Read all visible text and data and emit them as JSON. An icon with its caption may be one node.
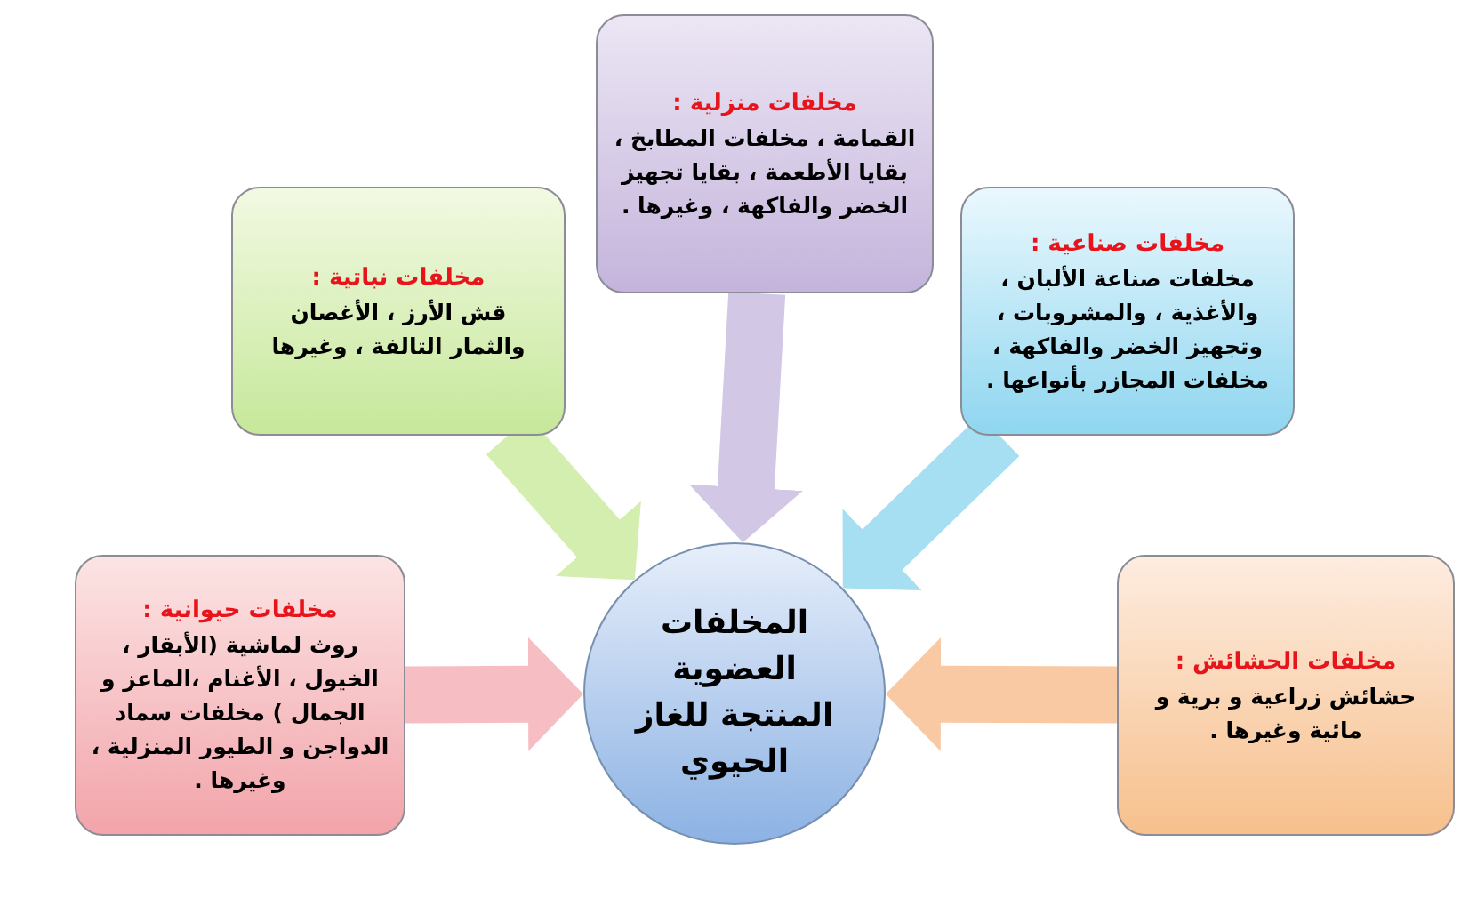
{
  "diagram": {
    "nodes": [
      {
        "text": [
          "مخلفات منزلية :",
          "القمامة ، مخلفات المطابخ ، بقايا الأطعمة ، بقايا تجهيز الخضر والفاكهة ، وغيرها ."
        ]
      },
      {
        "text": [
          "مخلفات صناعية :",
          "مخلفات صناعة الألبان ، والأغذية ، والمشروبات ، وتجهيز الخضر والفاكهة ، مخلفات المجازر بأنواعها ."
        ]
      },
      {
        "text": [
          "مخلفات نباتية :",
          "قش الأرز ، الأغصان والثمار التالفة ، وغيرها"
        ]
      },
      {
        "text": [
          "مخلفات الحشائش :",
          "حشائش زراعية و برية و مائية وغيرها ."
        ]
      },
      {
        "text": [
          "المخلفات العضوية المنتجة للغاز الحيوي"
        ]
      },
      {
        "text": [
          "مخلفات حيوانية :",
          "روث لماشية (الأبقار ، الخيول ، الأغنام ،الماعز و الجمال ) مخلفات سماد الدواجن و الطيور المنزلية ، وغيرها ."
        ]
      }
    ],
    "edges": [
      {
        "from": 0,
        "to": 4,
        "arrow": "to",
        "color": "#d3c7e6"
      },
      {
        "from": 1,
        "to": 4,
        "arrow": "to",
        "color": "#a6def2"
      },
      {
        "from": 2,
        "to": 4,
        "arrow": "to",
        "color": "#d3eeae"
      },
      {
        "from": 3,
        "to": 4,
        "arrow": "to",
        "color": "#f8c9a2"
      },
      {
        "from": 5,
        "to": 4,
        "arrow": "to",
        "color": "#f6bec3"
      }
    ]
  }
}
